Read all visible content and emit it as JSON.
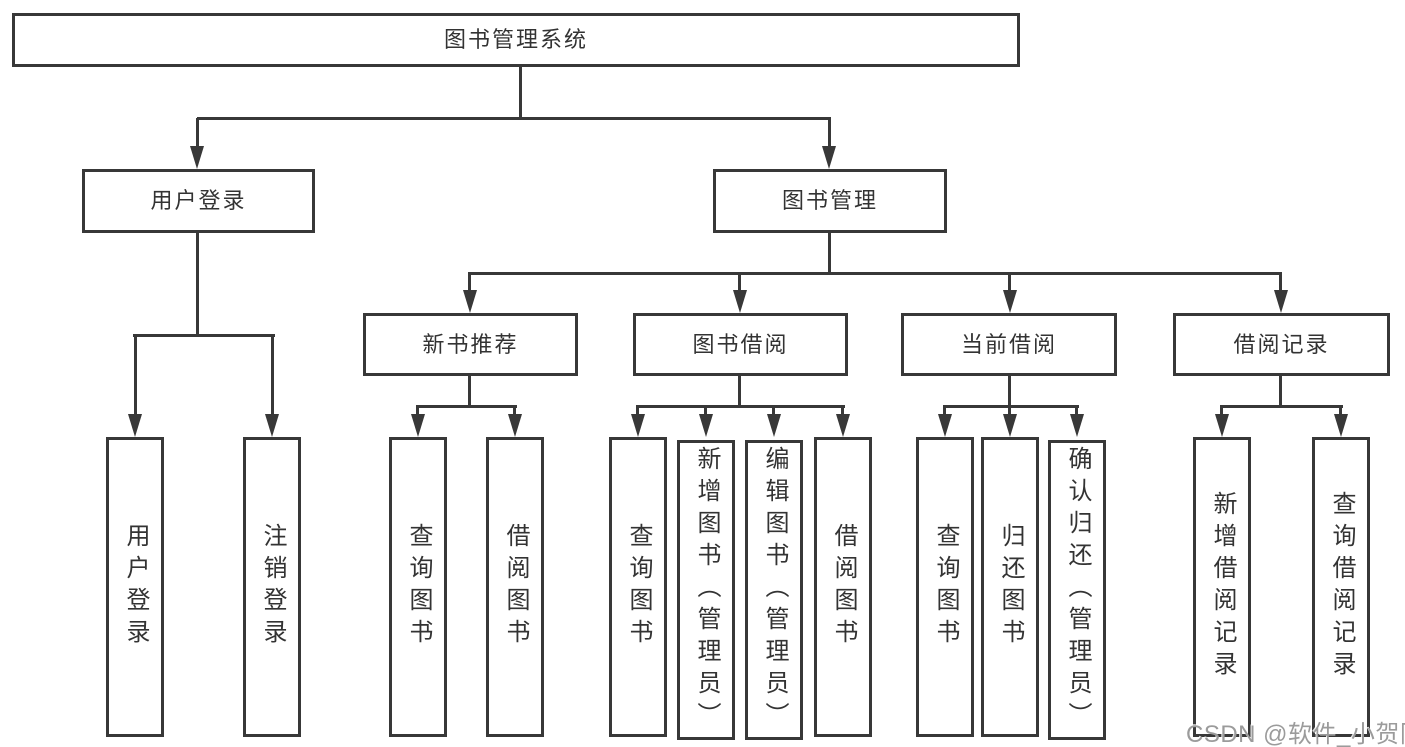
{
  "diagram_type": "functional-structure-tree",
  "watermark": "CSDN @软件_小贺同学",
  "colors": {
    "line": "#383838",
    "text": "#333333",
    "watermark": "#9b9b9b",
    "background": "#ffffff"
  },
  "nodes": {
    "root": {
      "label": "图书管理系统"
    },
    "user_login": {
      "label": "用户登录"
    },
    "book_mgmt": {
      "label": "图书管理"
    },
    "new_book": {
      "label": "新书推荐"
    },
    "book_borrow": {
      "label": "图书借阅"
    },
    "current_borrow": {
      "label": "当前借阅"
    },
    "borrow_record": {
      "label": "借阅记录"
    },
    "leaf_user_login": {
      "label": "用户登录"
    },
    "leaf_logout": {
      "label": "注销登录"
    },
    "nb_query": {
      "label": "查询图书"
    },
    "nb_borrow": {
      "label": "借阅图书"
    },
    "bb_query": {
      "label": "查询图书"
    },
    "bb_add": {
      "label": "新增图书（管理员）"
    },
    "bb_edit": {
      "label": "编辑图书（管理员）"
    },
    "bb_borrow": {
      "label": "借阅图书"
    },
    "cb_query": {
      "label": "查询图书"
    },
    "cb_return": {
      "label": "归还图书"
    },
    "cb_confirm": {
      "label": "确认归还（管理员）"
    },
    "br_add": {
      "label": "新增借阅记录"
    },
    "br_query": {
      "label": "查询借阅记录"
    }
  },
  "hierarchy": {
    "图书管理系统": {
      "用户登录": [
        "用户登录",
        "注销登录"
      ],
      "图书管理": {
        "新书推荐": [
          "查询图书",
          "借阅图书"
        ],
        "图书借阅": [
          "查询图书",
          "新增图书（管理员）",
          "编辑图书（管理员）",
          "借阅图书"
        ],
        "当前借阅": [
          "查询图书",
          "归还图书",
          "确认归还（管理员）"
        ],
        "借阅记录": [
          "新增借阅记录",
          "查询借阅记录"
        ]
      }
    }
  }
}
